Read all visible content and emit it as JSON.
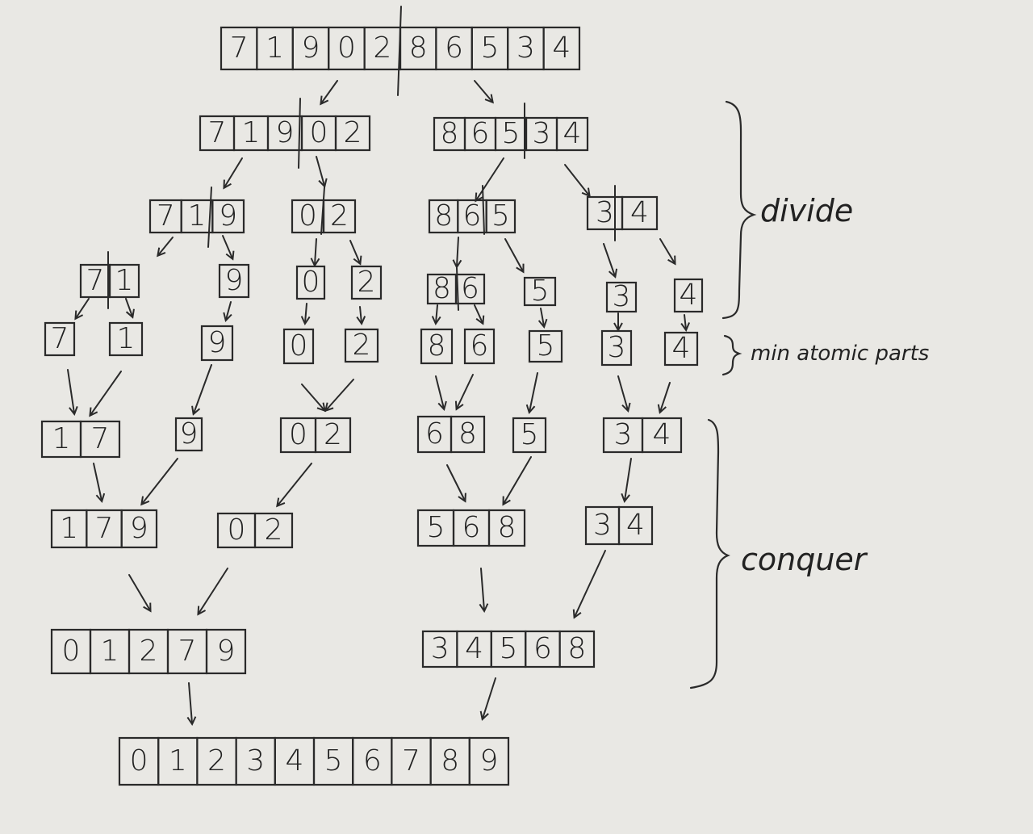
{
  "arrays": [
    {
      "id": "a0",
      "values": [
        "7",
        "1",
        "9",
        "0",
        "2",
        "8",
        "6",
        "5",
        "3",
        "4"
      ]
    },
    {
      "id": "a1",
      "values": [
        "7",
        "1",
        "9",
        "0",
        "2"
      ]
    },
    {
      "id": "a2",
      "values": [
        "8",
        "6",
        "5",
        "3",
        "4"
      ]
    },
    {
      "id": "a3",
      "values": [
        "7",
        "1",
        "9"
      ]
    },
    {
      "id": "a4",
      "values": [
        "0",
        "2"
      ]
    },
    {
      "id": "a5",
      "values": [
        "8",
        "6",
        "5"
      ]
    },
    {
      "id": "a6",
      "values": [
        "3",
        "4"
      ]
    },
    {
      "id": "a7",
      "values": [
        "7",
        "1"
      ]
    },
    {
      "id": "a8",
      "values": [
        "9"
      ]
    },
    {
      "id": "a9",
      "values": [
        "0"
      ]
    },
    {
      "id": "a10",
      "values": [
        "2"
      ]
    },
    {
      "id": "a11",
      "values": [
        "8",
        "6"
      ]
    },
    {
      "id": "a12",
      "values": [
        "5"
      ]
    },
    {
      "id": "a13",
      "values": [
        "3"
      ]
    },
    {
      "id": "a14",
      "values": [
        "4"
      ]
    },
    {
      "id": "b1",
      "values": [
        "7"
      ]
    },
    {
      "id": "b2",
      "values": [
        "1"
      ]
    },
    {
      "id": "b3",
      "values": [
        "9"
      ]
    },
    {
      "id": "b4",
      "values": [
        "0"
      ]
    },
    {
      "id": "b5",
      "values": [
        "2"
      ]
    },
    {
      "id": "b6",
      "values": [
        "8"
      ]
    },
    {
      "id": "b7",
      "values": [
        "6"
      ]
    },
    {
      "id": "b8",
      "values": [
        "5"
      ]
    },
    {
      "id": "b9",
      "values": [
        "3"
      ]
    },
    {
      "id": "b10",
      "values": [
        "4"
      ]
    },
    {
      "id": "c1",
      "values": [
        "1",
        "7"
      ]
    },
    {
      "id": "c2",
      "values": [
        "9"
      ]
    },
    {
      "id": "c3",
      "values": [
        "0",
        "2"
      ]
    },
    {
      "id": "c4",
      "values": [
        "6",
        "8"
      ]
    },
    {
      "id": "c5",
      "values": [
        "5"
      ]
    },
    {
      "id": "c6",
      "values": [
        "3",
        "4"
      ]
    },
    {
      "id": "d1",
      "values": [
        "1",
        "7",
        "9"
      ]
    },
    {
      "id": "d2",
      "values": [
        "0",
        "2"
      ]
    },
    {
      "id": "d3",
      "values": [
        "5",
        "6",
        "8"
      ]
    },
    {
      "id": "d4",
      "values": [
        "3",
        "4"
      ]
    },
    {
      "id": "e1",
      "values": [
        "0",
        "1",
        "2",
        "7",
        "9"
      ]
    },
    {
      "id": "e2",
      "values": [
        "3",
        "4",
        "5",
        "6",
        "8"
      ]
    },
    {
      "id": "f1",
      "values": [
        "0",
        "1",
        "2",
        "3",
        "4",
        "5",
        "6",
        "7",
        "8",
        "9"
      ]
    }
  ],
  "labels": {
    "divide": "divide",
    "atomic": "min atomic parts",
    "conquer": "conquer"
  },
  "colors": {
    "paper": "#e9e8e4",
    "ink": "#2a2a2a"
  }
}
